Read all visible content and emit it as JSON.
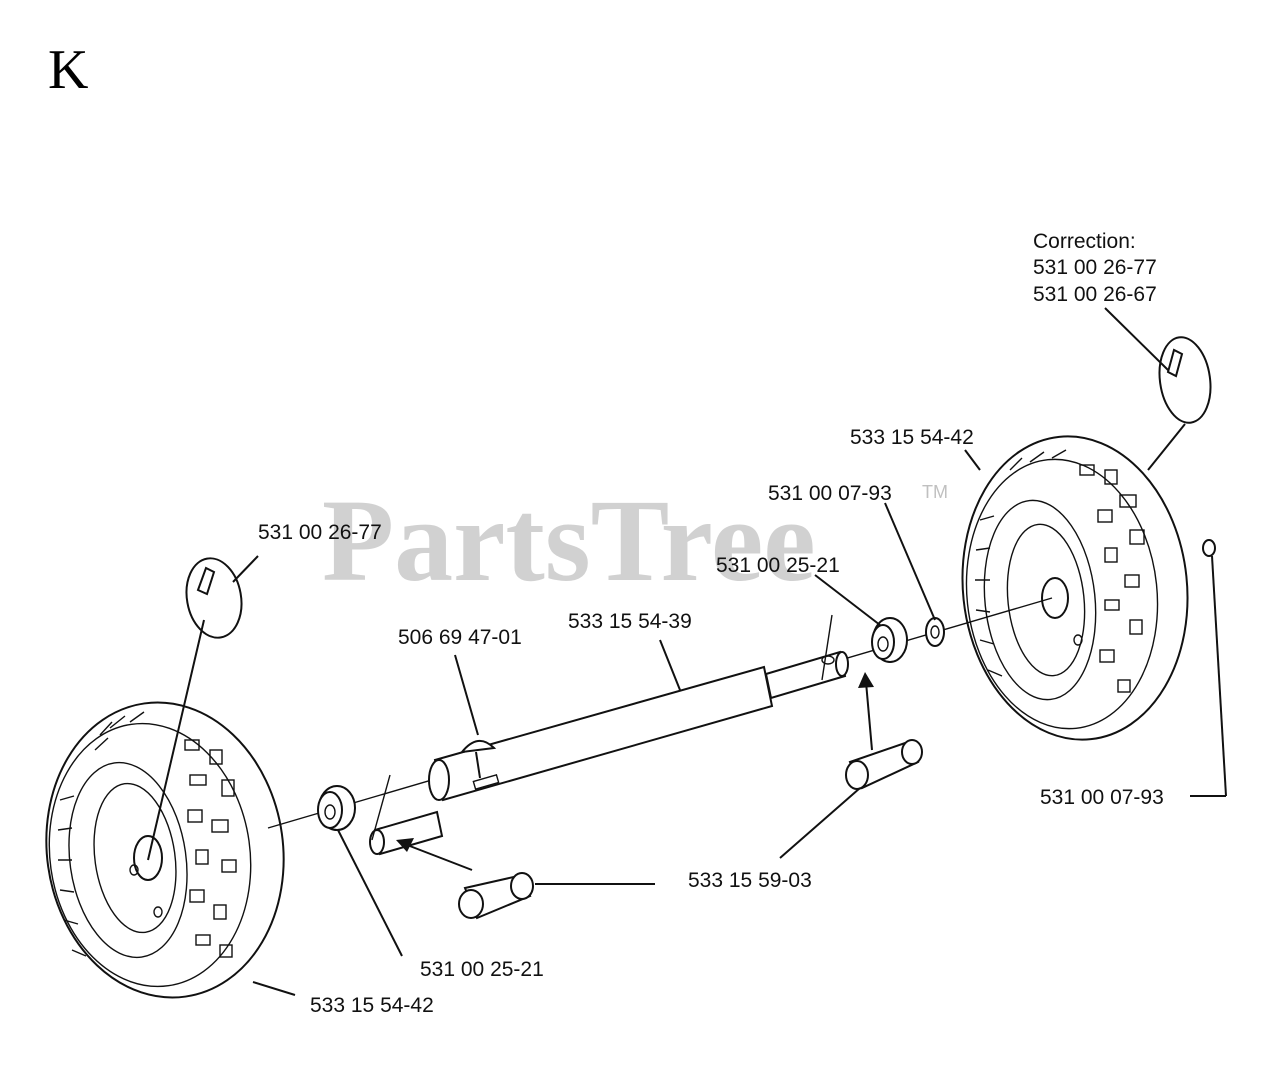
{
  "sheet_letter": "K",
  "watermark": {
    "text": "PartsTree",
    "tm": "TM",
    "color": "#b4b4b4"
  },
  "correction": {
    "heading": "Correction:",
    "old_part": "531 00 26-77",
    "new_part": "531 00 26-67"
  },
  "labels": {
    "ring_pin_left": "531 00 26-77",
    "tire_right_top": "533 15 54-42",
    "washer_top": "531 00 07-93",
    "bearing_right": "531 00 25-21",
    "axle": "533 15 54-39",
    "key": "506 69 47-01",
    "washer_right": "531 00 07-93",
    "spacer": "533 15 59-03",
    "bearing_left": "531 00 25-21",
    "tire_left_bottom": "533 15 54-42"
  }
}
